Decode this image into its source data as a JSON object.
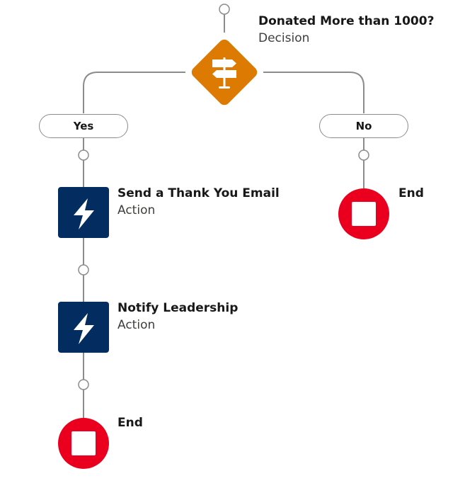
{
  "decision": {
    "title": "Donated More than 1000?",
    "type": "Decision",
    "color": "#dd7a01"
  },
  "outcomes": {
    "yes": "Yes",
    "no": "No"
  },
  "actions": [
    {
      "title": "Send a Thank You Email",
      "type": "Action"
    },
    {
      "title": "Notify Leadership",
      "type": "Action"
    }
  ],
  "ends": {
    "left": "End",
    "right": "End"
  },
  "colors": {
    "action": "#032d60",
    "end": "#ea001e",
    "line": "#8c8c8c"
  },
  "icons": {
    "decision": "signpost-icon",
    "action": "lightning-bolt-icon",
    "end": "stop-square-icon"
  }
}
